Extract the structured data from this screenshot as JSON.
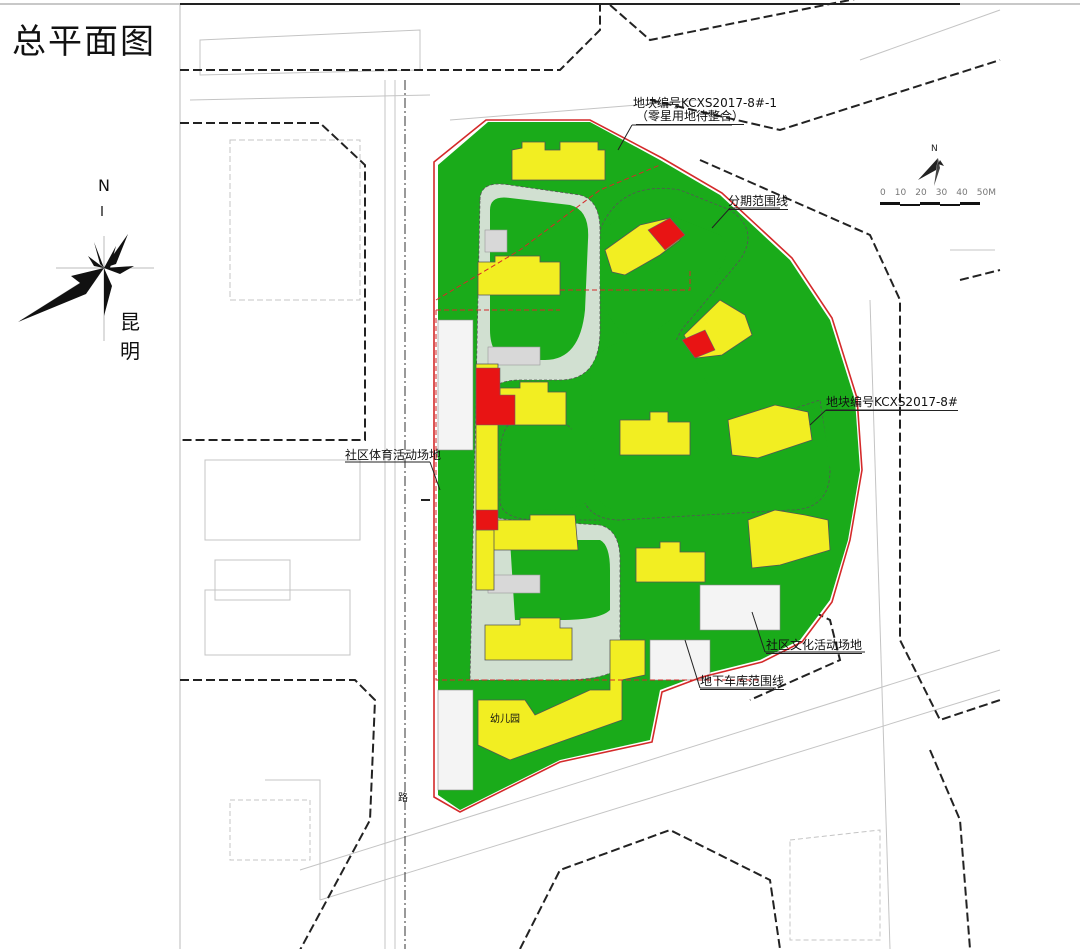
{
  "page": {
    "title": "总平面图"
  },
  "compass_left": {
    "north_label": "N",
    "city_label": "昆明",
    "icon": "wind-rose-icon"
  },
  "scale_bar": {
    "north_label": "N",
    "ticks": [
      "0",
      "10",
      "20",
      "30",
      "40",
      "50M"
    ],
    "icon": "north-arrow-icon"
  },
  "annotations": {
    "parcel_1_line1": "地块编号KCXS2017-8#-1",
    "parcel_1_line2": "（零星用地待整合）",
    "phase_boundary": "分期范围线",
    "parcel_2": "地块编号KCXS2017-8#",
    "sports_area": "社区体育活动场地",
    "culture_area": "社区文化活动场地",
    "garage_boundary": "地下车库范围线",
    "kindergarten": "幼儿园",
    "road_label": "路"
  },
  "legend_colors": {
    "green_space": "#1aab1a",
    "residential_building": "#f2ee22",
    "commercial_building": "#e81414",
    "site_boundary": "#d42a2a",
    "paving": "#e6e6e6",
    "background": "#ffffff",
    "linework": "#222222"
  }
}
